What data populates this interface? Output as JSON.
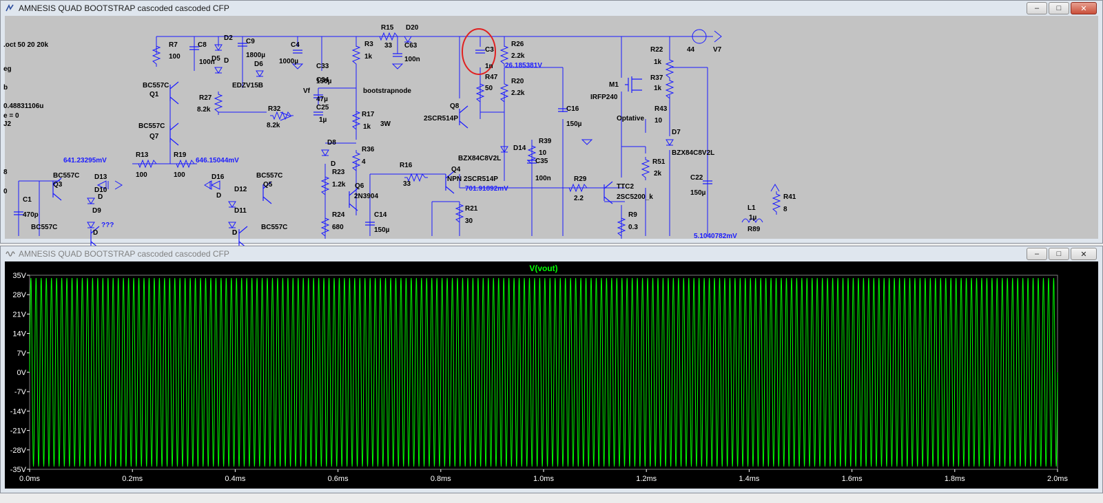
{
  "schematic_window": {
    "title": "AMNESIS QUAD BOOTSTRAP cascoded cascoded CFP",
    "controls": {
      "minimize": "–",
      "maximize": "□",
      "close": "✕"
    },
    "left_directives": [
      ".oct 50 20 20k",
      "eg",
      "b",
      "0.48831106u",
      "e = 0",
      "J2",
      "8",
      "0"
    ],
    "components": [
      {
        "ref": "R7",
        "value": "100"
      },
      {
        "ref": "C8",
        "value": "100n"
      },
      {
        "ref": "D2",
        "value": ""
      },
      {
        "ref": "D5",
        "value": "D"
      },
      {
        "ref": "C9",
        "value": "1800µ"
      },
      {
        "ref": "D6",
        "value": "EDZV15B"
      },
      {
        "ref": "C4",
        "value": "1000µ"
      },
      {
        "ref": "C33",
        "value": "150µ"
      },
      {
        "ref": "C34",
        "value": "47µ"
      },
      {
        "ref": "C25",
        "value": "1µ"
      },
      {
        "ref": "R3",
        "value": "1k"
      },
      {
        "ref": "R15",
        "value": "33"
      },
      {
        "ref": "D20",
        "value": ""
      },
      {
        "ref": "C63",
        "value": "100n"
      },
      {
        "ref": "C3",
        "value": "1n"
      },
      {
        "ref": "R26",
        "value": "2.2k"
      },
      {
        "ref": "R47",
        "value": "50"
      },
      {
        "ref": "R20",
        "value": "2.2k"
      },
      {
        "ref": "C16",
        "value": "150µ"
      },
      {
        "ref": "M1",
        "value": "IRFP240"
      },
      {
        "ref": "R22",
        "value": "1k"
      },
      {
        "ref": "R37",
        "value": "1k"
      },
      {
        "ref": "R43",
        "value": "10"
      },
      {
        "ref": "D7",
        "value": "BZX84C8V2L"
      },
      {
        "ref": "V7",
        "value": "44"
      },
      {
        "ref": "Q1",
        "value": "BC557C"
      },
      {
        "ref": "Q7",
        "value": "BC557C"
      },
      {
        "ref": "R27",
        "value": "8.2k"
      },
      {
        "ref": "R32",
        "value": "8.2k"
      },
      {
        "ref": "R17",
        "value": "1k"
      },
      {
        "ref": "Q8",
        "value": "2SCR514P"
      },
      {
        "ref": "D14",
        "value": "BZX84C8V2L"
      },
      {
        "ref": "R39",
        "value": "10"
      },
      {
        "ref": "C35",
        "value": "100n"
      },
      {
        "ref": "R13",
        "value": "100"
      },
      {
        "ref": "R19",
        "value": "100"
      },
      {
        "ref": "Q3",
        "value": "BC557C"
      },
      {
        "ref": "D13",
        "value": ""
      },
      {
        "ref": "D10",
        "value": "D"
      },
      {
        "ref": "D9",
        "value": ""
      },
      {
        "ref": "C1",
        "value": "470p"
      },
      {
        "ref": "D16",
        "value": "D"
      },
      {
        "ref": "D12",
        "value": ""
      },
      {
        "ref": "D11",
        "value": ""
      },
      {
        "ref": "Q5",
        "value": "BC557C"
      },
      {
        "ref": "D8",
        "value": "D"
      },
      {
        "ref": "R36",
        "value": "4"
      },
      {
        "ref": "R23",
        "value": "1.2k"
      },
      {
        "ref": "R24",
        "value": "680"
      },
      {
        "ref": "Q6",
        "value": "2N3904"
      },
      {
        "ref": "C14",
        "value": "150µ"
      },
      {
        "ref": "R16",
        "value": "33"
      },
      {
        "ref": "Q4",
        "value": "NPN 2SCR514P"
      },
      {
        "ref": "R21",
        "value": "30"
      },
      {
        "ref": "R29",
        "value": "2.2"
      },
      {
        "ref": "TTC2",
        "value": "2SC5200_k"
      },
      {
        "ref": "R9",
        "value": "0.3"
      },
      {
        "ref": "R51",
        "value": "2k"
      },
      {
        "ref": "C22",
        "value": "150µ"
      },
      {
        "ref": "L1",
        "value": "1µ"
      },
      {
        "ref": "R89",
        "value": ""
      },
      {
        "ref": "R41",
        "value": "8"
      }
    ],
    "misc_labels": {
      "vf": "Vf",
      "bootstrapnode": "bootstrapnode",
      "w3": "3W",
      "optative": "Optative",
      "qmarks": "???",
      "bc557c_q3_bottom": "BC557C",
      "bc557c_q5_bottom": "BC557C",
      "d_q3": "D",
      "d_q5": "D",
      "d_d11": "D"
    },
    "voltage_annotations": [
      "641.23295mV",
      "646.15044mV",
      "26.185381V",
      "701.91892mV",
      "5.1040782mV"
    ]
  },
  "plot_window": {
    "title": "AMNESIS QUAD BOOTSTRAP cascoded cascoded CFP",
    "controls": {
      "minimize": "–",
      "maximize": "□",
      "close": "✕"
    },
    "trace_color": "#00ff00",
    "axis_color": "#ffffff",
    "grid_color": "#808080"
  },
  "chart_data": {
    "type": "line",
    "title": "V(vout)",
    "xlabel": "",
    "ylabel": "",
    "x_ticks": [
      "0.0ms",
      "0.2ms",
      "0.4ms",
      "0.6ms",
      "0.8ms",
      "1.0ms",
      "1.2ms",
      "1.4ms",
      "1.6ms",
      "1.8ms",
      "2.0ms"
    ],
    "y_ticks": [
      "35V",
      "28V",
      "21V",
      "14V",
      "7V",
      "0V",
      "-7V",
      "-14V",
      "-21V",
      "-28V",
      "-35V"
    ],
    "xlim_ms": [
      0,
      2.0
    ],
    "ylim_v": [
      -35,
      35
    ],
    "series": [
      {
        "name": "V(vout)",
        "waveform": "sine",
        "amplitude_v": 34,
        "offset_v": 0,
        "frequency_khz": 100,
        "duration_ms": 2.0
      }
    ]
  }
}
